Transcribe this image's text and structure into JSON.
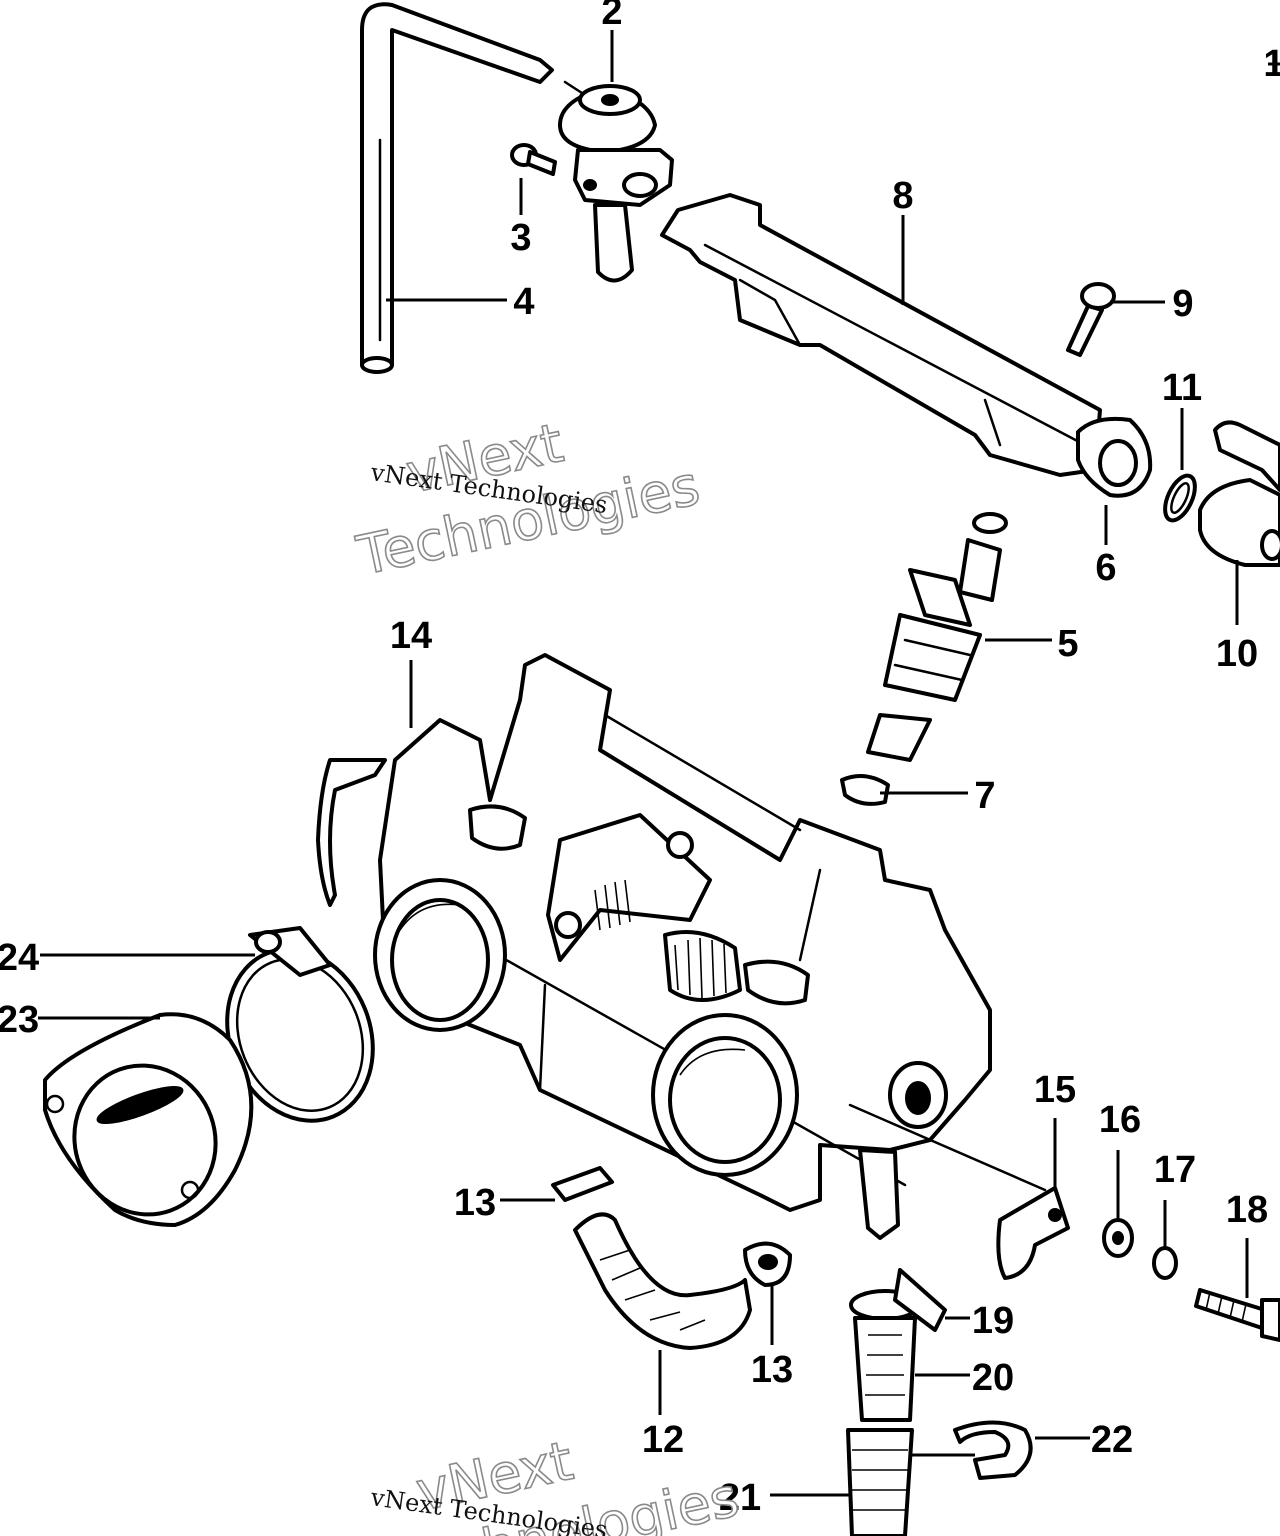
{
  "diagram": {
    "callouts": [
      "2",
      "3",
      "4",
      "5",
      "6",
      "7",
      "8",
      "9",
      "10",
      "11",
      "12",
      "13",
      "13",
      "14",
      "15",
      "16",
      "17",
      "18",
      "19",
      "20",
      "21",
      "22",
      "23",
      "24"
    ],
    "partial_callout": "1"
  },
  "watermark": {
    "brand_line1": "vNext",
    "brand_line2": "Technologies",
    "caption": "vNext Technologies"
  }
}
